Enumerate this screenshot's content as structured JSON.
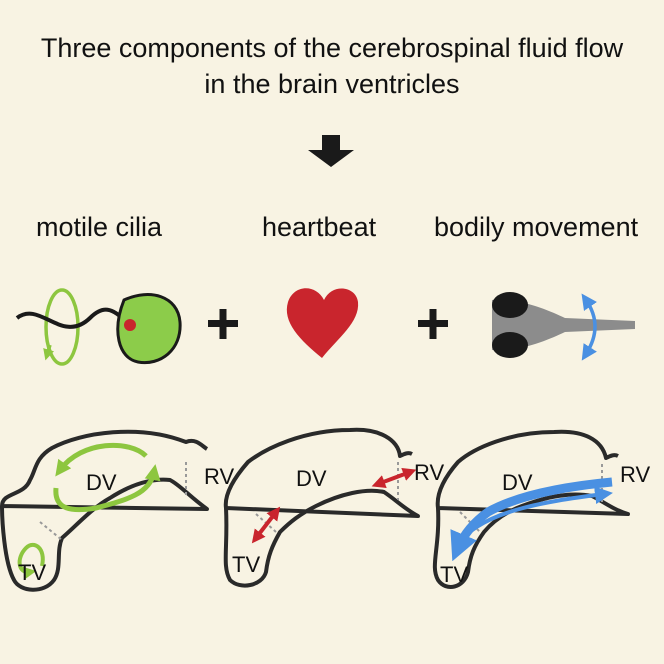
{
  "title": {
    "line1": "Three components of the cerebrospinal fluid flow",
    "line2": "in the brain ventricles"
  },
  "components": [
    {
      "label": "motile cilia"
    },
    {
      "label": "heartbeat"
    },
    {
      "label": "bodily movement"
    }
  ],
  "operators": {
    "plus": "+"
  },
  "ventricles": {
    "dv": "DV",
    "rv": "RV",
    "tv": "TV"
  },
  "colors": {
    "background": "#f8f3e3",
    "green": "#8dc63f",
    "green_fill": "#8ccc4a",
    "red": "#c9252d",
    "blue": "#4a90e2",
    "gray": "#8c8c8c",
    "black": "#1a1a1a"
  },
  "icons": {
    "arrow": "down-arrow-icon",
    "cilia": "cilium-icon",
    "heart": "heart-icon",
    "fish": "fish-larva-icon"
  }
}
